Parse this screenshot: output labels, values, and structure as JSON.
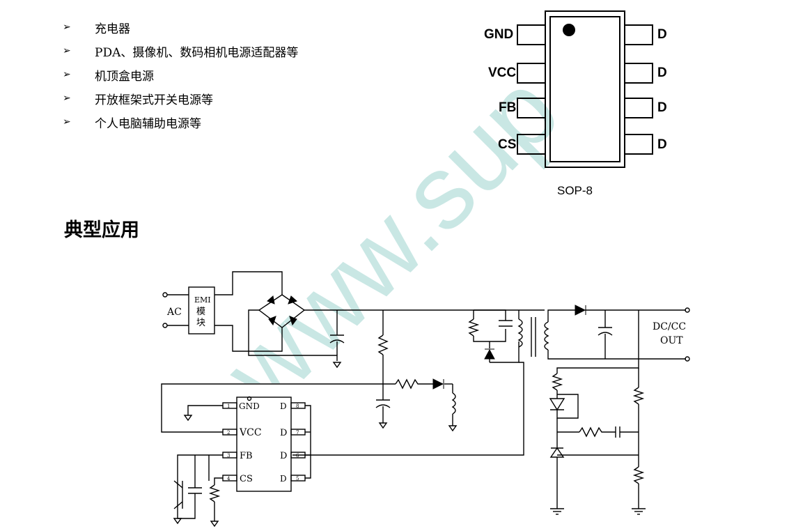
{
  "watermark": {
    "text": "www.sup"
  },
  "applications": [
    {
      "bullet": "➢",
      "text": "充电器"
    },
    {
      "bullet": "➢",
      "text": "PDA、摄像机、数码相机电源适配器等"
    },
    {
      "bullet": "➢",
      "text": "机顶盒电源"
    },
    {
      "bullet": "➢",
      "text": "开放框架式开关电源等"
    },
    {
      "bullet": "➢",
      "text": "个人电脑辅助电源等"
    }
  ],
  "pinout": {
    "left_pins": [
      "GND",
      "VCC",
      "FB",
      "CS"
    ],
    "right_pins": [
      "D",
      "D",
      "D",
      "D"
    ],
    "package": "SOP-8"
  },
  "section_title": "典型应用",
  "schematic": {
    "ac_label": "AC",
    "emi_line1": "EMI",
    "emi_line2": "模",
    "emi_line3": "块",
    "output_line1": "DC/CC",
    "output_line2": "OUT",
    "ic_left_pins": [
      {
        "num": "1",
        "name": "GND"
      },
      {
        "num": "2",
        "name": "VCC"
      },
      {
        "num": "3",
        "name": "FB"
      },
      {
        "num": "4",
        "name": "CS"
      }
    ],
    "ic_right_pins": [
      {
        "num": "8",
        "name": "D"
      },
      {
        "num": "7",
        "name": "D"
      },
      {
        "num": "6",
        "name": "D"
      },
      {
        "num": "5",
        "name": "D"
      }
    ]
  },
  "colors": {
    "watermark": "#bfe3df",
    "ink": "#000000"
  }
}
